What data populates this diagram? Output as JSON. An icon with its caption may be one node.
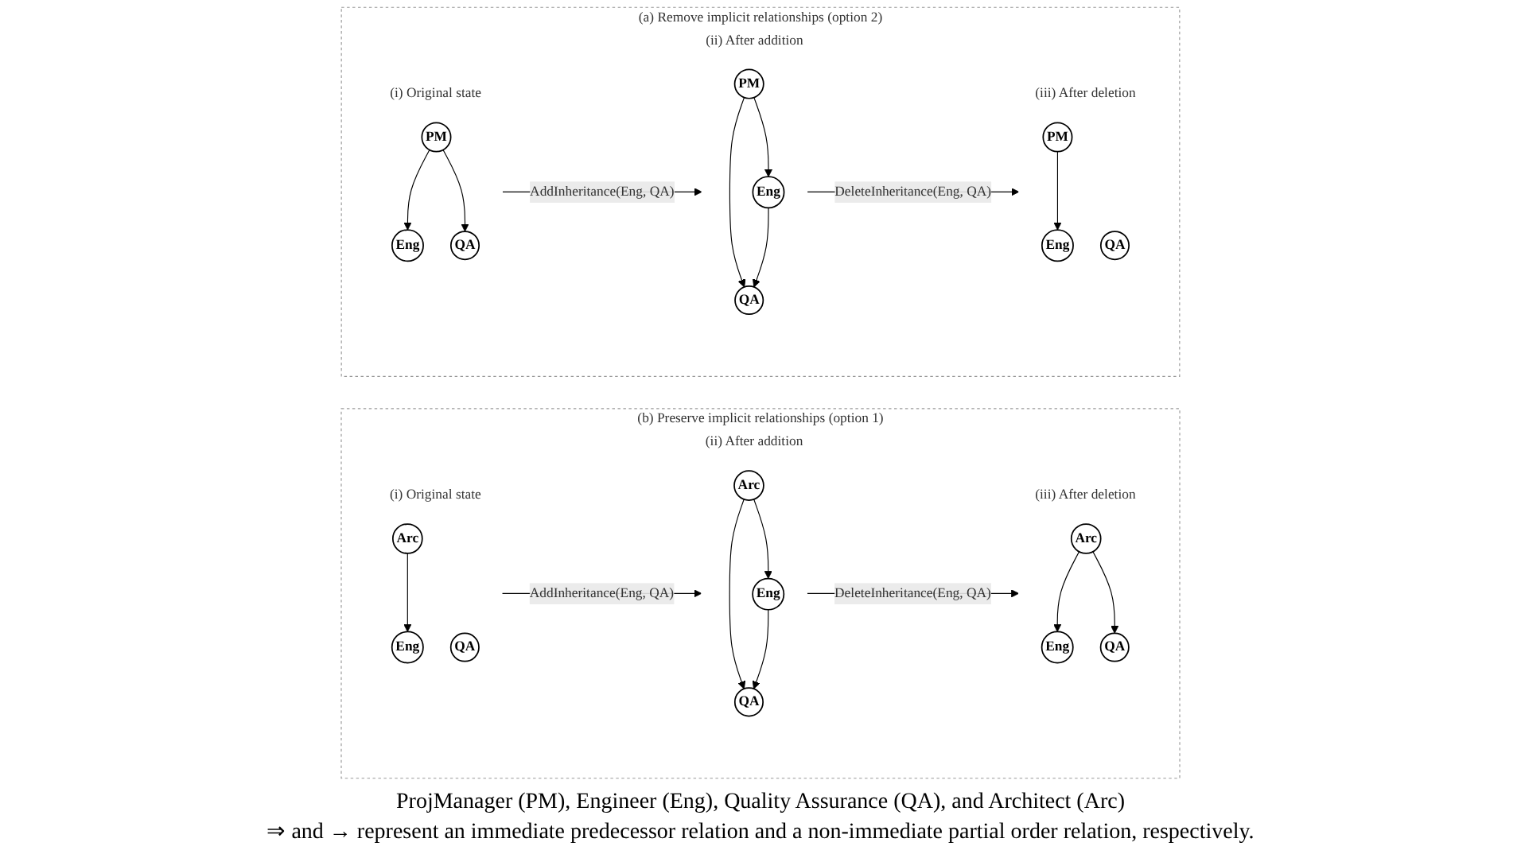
{
  "diagram": {
    "nodes": [
      {
        "text": [
          "(a) Remove implicit relationships (option 2)"
        ]
      },
      {
        "text": [
          "(i) Original state"
        ],
        "in": 0
      },
      {
        "text": [
          "PM"
        ],
        "in": 1
      },
      {
        "text": [
          "Eng"
        ],
        "in": 1
      },
      {
        "text": [
          "QA"
        ],
        "in": 1
      },
      {
        "text": [
          "(ii) After addition"
        ],
        "in": 0
      },
      {
        "text": [
          "PM"
        ],
        "in": 5
      },
      {
        "text": [
          "Eng"
        ],
        "in": 5
      },
      {
        "text": [
          "QA"
        ],
        "in": 5
      },
      {
        "text": [
          "(iii) After deletion"
        ],
        "in": 0
      },
      {
        "text": [
          "PM"
        ],
        "in": 9
      },
      {
        "text": [
          "Eng"
        ],
        "in": 9
      },
      {
        "text": [
          "QA"
        ],
        "in": 9
      },
      {
        "text": [
          "(b) Preserve implicit relationships (option 1)"
        ]
      },
      {
        "text": [
          "(i) Original state"
        ],
        "in": 13
      },
      {
        "text": [
          "Arc"
        ],
        "in": 14
      },
      {
        "text": [
          "Eng"
        ],
        "in": 14
      },
      {
        "text": [
          "QA"
        ],
        "in": 14
      },
      {
        "text": [
          "(ii) After addition"
        ],
        "in": 13
      },
      {
        "text": [
          "Arc"
        ],
        "in": 18
      },
      {
        "text": [
          "Eng"
        ],
        "in": 18
      },
      {
        "text": [
          "QA"
        ],
        "in": 18
      },
      {
        "text": [
          "(iii) After deletion"
        ],
        "in": 13
      },
      {
        "text": [
          "Arc"
        ],
        "in": 22
      },
      {
        "text": [
          "Eng"
        ],
        "in": 22
      },
      {
        "text": [
          "QA"
        ],
        "in": 22
      }
    ],
    "edges": [
      {
        "from": 2,
        "to": 3,
        "arrow": "to"
      },
      {
        "from": 2,
        "to": 4,
        "arrow": "to"
      },
      {
        "from": 1,
        "to": 5,
        "arrow": "to",
        "label": "AddInheritance(Eng, QA)"
      },
      {
        "from": 6,
        "to": 7,
        "arrow": "to"
      },
      {
        "from": 6,
        "to": 8,
        "arrow": "to"
      },
      {
        "from": 7,
        "to": 8,
        "arrow": "to"
      },
      {
        "from": 5,
        "to": 9,
        "arrow": "to",
        "label": "DeleteInheritance(Eng, QA)"
      },
      {
        "from": 10,
        "to": 11,
        "arrow": "to"
      },
      {
        "from": 15,
        "to": 16,
        "arrow": "to"
      },
      {
        "from": 14,
        "to": 18,
        "arrow": "to",
        "label": "AddInheritance(Eng, QA)"
      },
      {
        "from": 19,
        "to": 20,
        "arrow": "to"
      },
      {
        "from": 19,
        "to": 21,
        "arrow": "to"
      },
      {
        "from": 20,
        "to": 21,
        "arrow": "to"
      },
      {
        "from": 18,
        "to": 22,
        "arrow": "to",
        "label": "DeleteInheritance(Eng, QA)"
      },
      {
        "from": 23,
        "to": 24,
        "arrow": "to"
      },
      {
        "from": 23,
        "to": 25,
        "arrow": "to"
      }
    ],
    "labels": [
      "ProjManager (PM), Engineer (Eng), Quality Assurance (QA), and Architect (Arc)",
      "⇒ and → represent an immediate predecessor relation and a non-immediate partial order relation, respectively."
    ]
  }
}
